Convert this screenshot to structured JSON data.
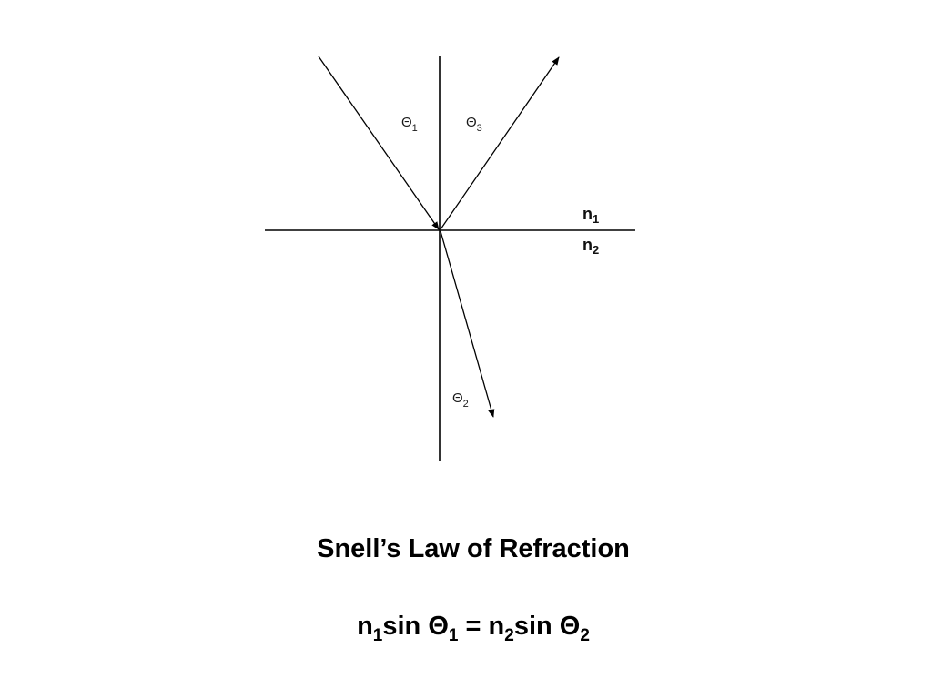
{
  "diagram": {
    "theta1": {
      "symbol": "Θ",
      "sub": "1"
    },
    "theta3": {
      "symbol": "Θ",
      "sub": "3"
    },
    "theta2": {
      "symbol": "Θ",
      "sub": "2"
    },
    "n1": {
      "symbol": "n",
      "sub": "1"
    },
    "n2": {
      "symbol": "n",
      "sub": "2"
    },
    "line_color": "#000000"
  },
  "caption": {
    "title": "Snell’s Law of Refraction",
    "formula": {
      "t1": "n",
      "s1": "1",
      "t2": "sin Θ",
      "s2": "1",
      "t3": " = n",
      "s3": "2",
      "t4": "sin Θ",
      "s4": "2"
    }
  }
}
